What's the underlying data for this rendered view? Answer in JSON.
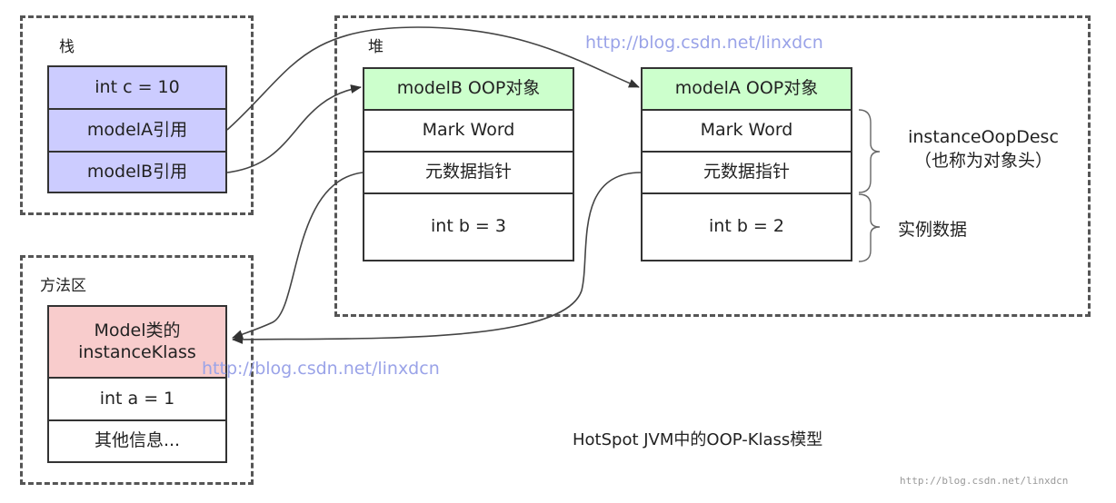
{
  "stack": {
    "label": "栈",
    "cells": [
      "int c = 10",
      "modelA引用",
      "modelB引用"
    ]
  },
  "heap": {
    "label": "堆",
    "objectB": {
      "header": "modelB OOP对象",
      "mark": "Mark Word",
      "meta": "元数据指针",
      "field": "int b = 3"
    },
    "objectA": {
      "header": "modelA OOP对象",
      "mark": "Mark Word",
      "meta": "元数据指针",
      "field": "int b = 2"
    }
  },
  "method_area": {
    "label": "方法区",
    "klass_header": "Model类的\ninstanceKlass",
    "field": "int a = 1",
    "other": "其他信息..."
  },
  "annotations": {
    "instance_desc": "instanceOopDesc",
    "instance_desc_sub": "（也称为对象头）",
    "instance_data": "实例数据"
  },
  "watermark_top": "http://blog.csdn.net/linxdcn",
  "watermark_mid": "http://blog.csdn.net/linxdcn",
  "watermark_corner": "http://blog.csdn.net/linxdcn",
  "caption": "HotSpot JVM中的OOP-Klass模型"
}
